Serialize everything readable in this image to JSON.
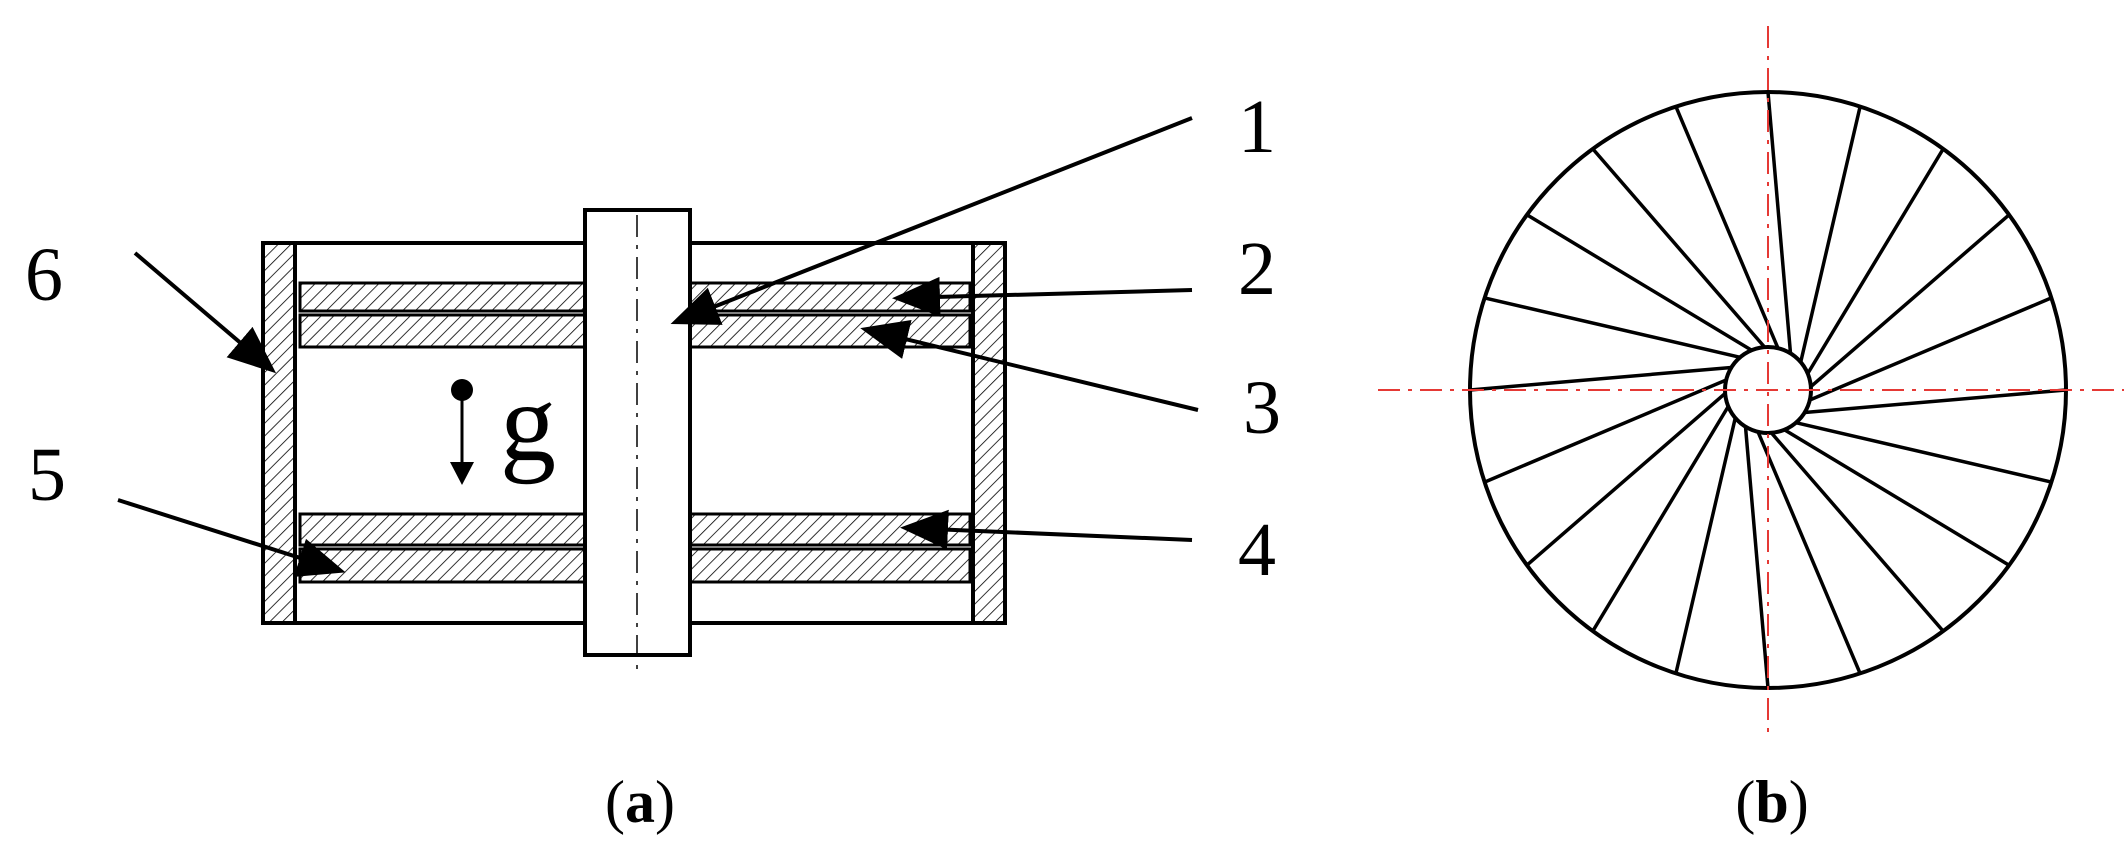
{
  "figure_a": {
    "labels": [
      "1",
      "2",
      "3",
      "4",
      "5",
      "6"
    ],
    "gravity_symbol": "g",
    "caption_open": "(",
    "caption_letter": "a",
    "caption_close": ")"
  },
  "figure_b": {
    "spoke_count": 20,
    "caption_open": "(",
    "caption_letter": "b",
    "caption_close": ")"
  },
  "colors": {
    "line": "#000000",
    "centerline": "#e53935",
    "hatch": "#000000",
    "background": "#ffffff"
  }
}
